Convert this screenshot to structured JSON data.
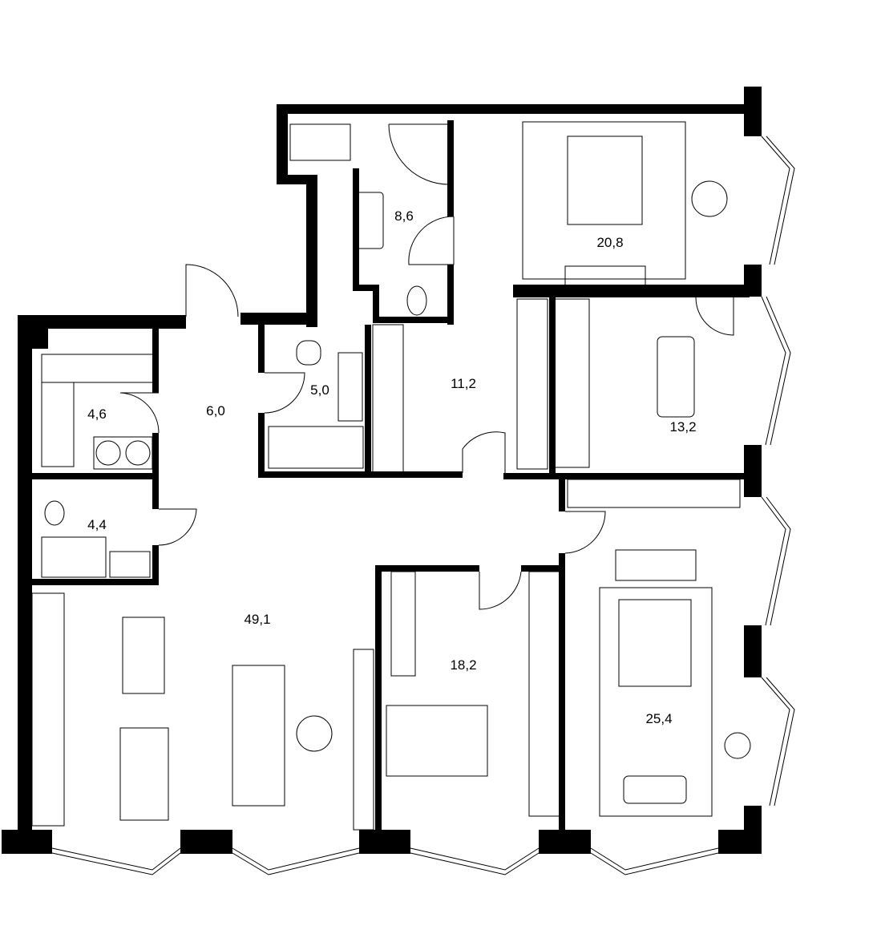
{
  "plan": {
    "rooms": [
      {
        "id": "bathroom-master",
        "area": "8,6"
      },
      {
        "id": "bedroom-north",
        "area": "20,8"
      },
      {
        "id": "corridor",
        "area": "11,2"
      },
      {
        "id": "hall",
        "area": "6,0"
      },
      {
        "id": "bathroom-small",
        "area": "5,0"
      },
      {
        "id": "laundry",
        "area": "4,6"
      },
      {
        "id": "bedroom-east",
        "area": "13,2"
      },
      {
        "id": "shower-room",
        "area": "4,4"
      },
      {
        "id": "living-kitchen",
        "area": "49,1"
      },
      {
        "id": "bedroom-south",
        "area": "18,2"
      },
      {
        "id": "bedroom-master",
        "area": "25,4"
      }
    ],
    "wall_color": "#000000",
    "background": "#ffffff"
  }
}
